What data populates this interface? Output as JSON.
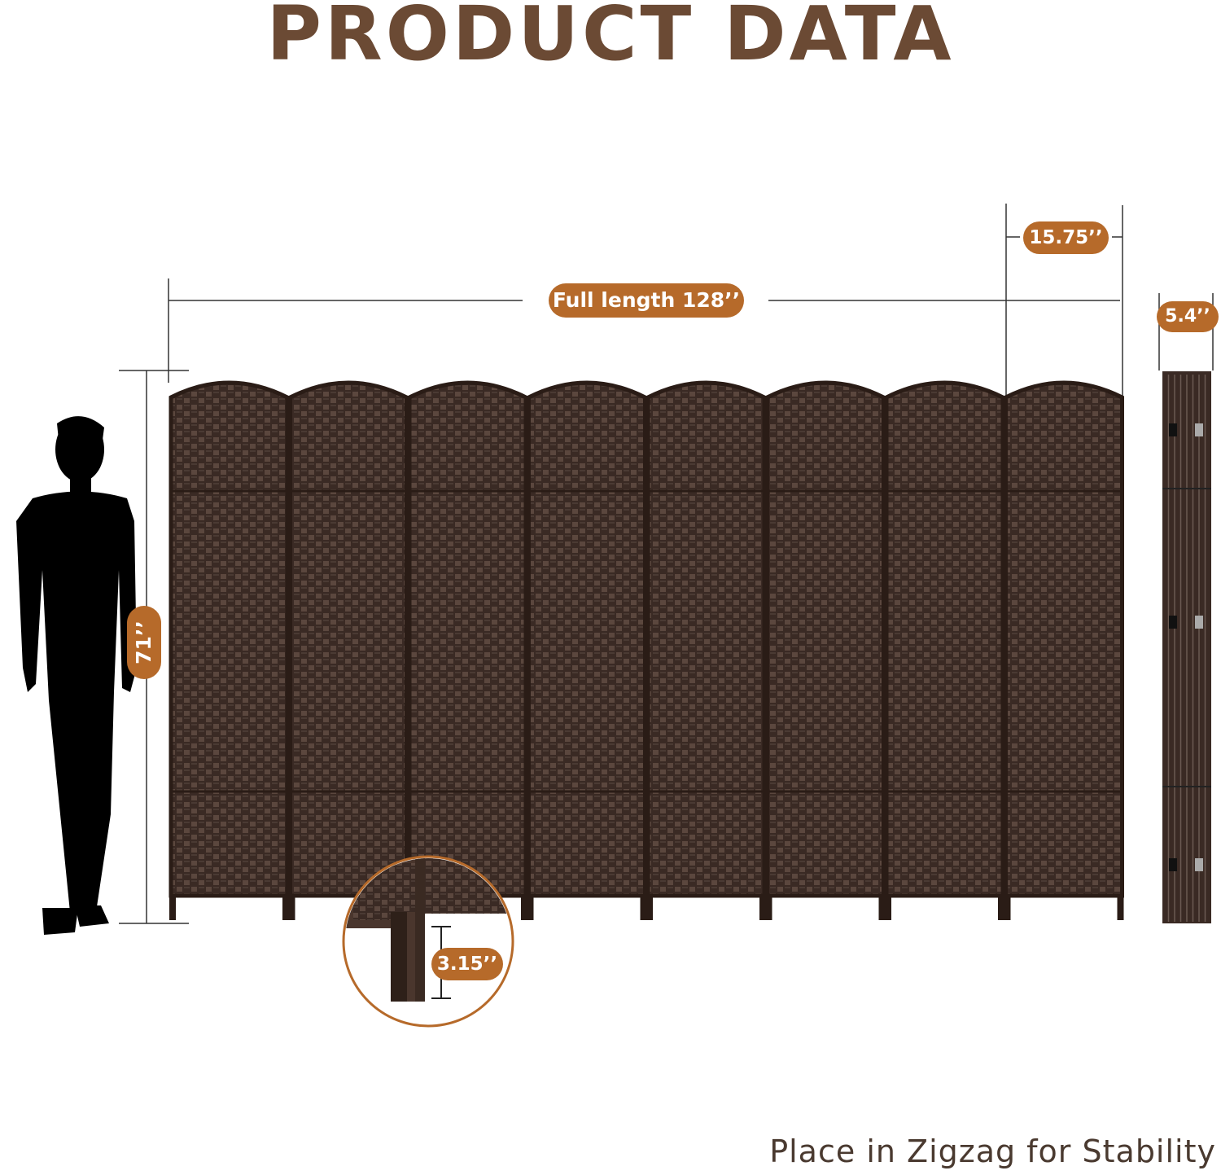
{
  "title": "PRODUCT DATA",
  "footer_text": "Place in Zigzag for Stability",
  "dimensions": {
    "full_length": "Full length 128’’",
    "panel_width": "15.75’’",
    "folded_thickness": "5.4’’",
    "height": "71’’",
    "foot_height": "3.15’’"
  },
  "panel_count": 8,
  "colors": {
    "title": "#6b4a34",
    "badge": "#b66a2a",
    "panel": "#3e2c25",
    "weave_light": "#5a463d",
    "silhouette": "#000000"
  },
  "icons": {
    "person": "person-silhouette-icon",
    "detail": "foot-detail-magnifier-icon"
  }
}
